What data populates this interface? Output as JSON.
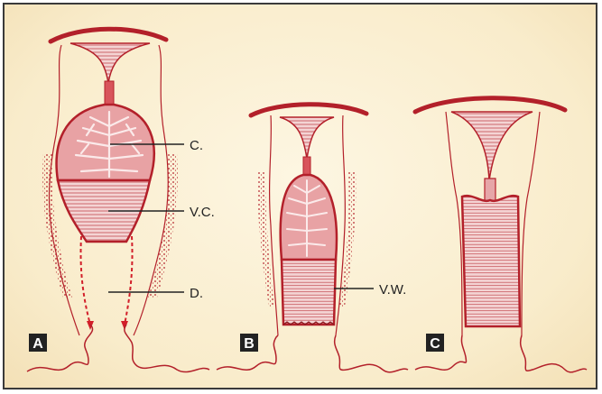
{
  "labels": {
    "c": "C.",
    "vc": "V.C.",
    "d": "D.",
    "vw": "V.W."
  },
  "panels": [
    "A",
    "B",
    "C"
  ],
  "colors": {
    "outline": "#b3202a",
    "fill": "#e9b3b3",
    "pale": "#f6dede",
    "hatch": "#c2353b",
    "leader": "#222222",
    "badge": "#222222",
    "background": "#f9eccb"
  }
}
